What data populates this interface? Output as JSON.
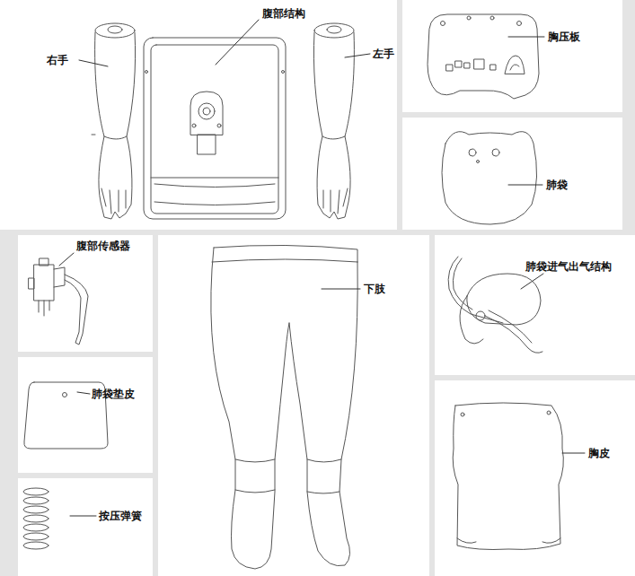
{
  "diagram": {
    "labels": [
      "右手",
      "腹部结构",
      "左手",
      "胸压板",
      "肺袋",
      "腹部传感器",
      "下肢",
      "肺袋进气出气结构",
      "肺袋垫皮",
      "按压弹簧",
      "胸皮"
    ]
  }
}
